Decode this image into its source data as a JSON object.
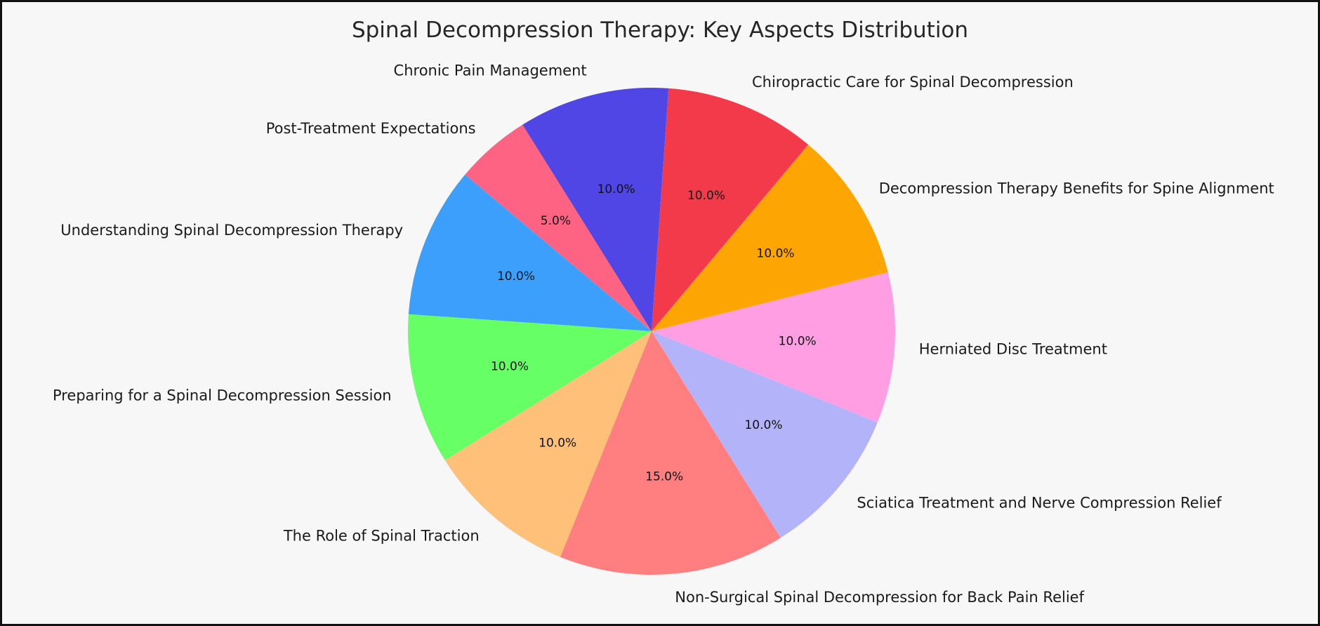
{
  "chart_data": {
    "type": "pie",
    "title": "Spinal Decompression Therapy: Key Aspects Distribution",
    "start_angle_deg": 86,
    "direction": "counterclockwise",
    "legend": "none",
    "slices": [
      {
        "label": "Chronic Pain Management",
        "value": 10.0,
        "pct_label": "10.0%",
        "color": "#4f46e5"
      },
      {
        "label": "Post-Treatment Expectations",
        "value": 5.0,
        "pct_label": "5.0%",
        "color": "#ff6384"
      },
      {
        "label": "Understanding Spinal Decompression Therapy",
        "value": 10.0,
        "pct_label": "10.0%",
        "color": "#3b9ffb"
      },
      {
        "label": "Preparing for a Spinal Decompression Session",
        "value": 10.0,
        "pct_label": "10.0%",
        "color": "#66ff66"
      },
      {
        "label": "The Role of Spinal Traction",
        "value": 10.0,
        "pct_label": "10.0%",
        "color": "#ffc07a"
      },
      {
        "label": "Non-Surgical Spinal Decompression for Back Pain Relief",
        "value": 15.0,
        "pct_label": "15.0%",
        "color": "#ff7f80"
      },
      {
        "label": "Sciatica Treatment and Nerve Compression Relief",
        "value": 10.0,
        "pct_label": "10.0%",
        "color": "#b3b3fa"
      },
      {
        "label": "Herniated Disc Treatment",
        "value": 10.0,
        "pct_label": "10.0%",
        "color": "#ff9ee2"
      },
      {
        "label": "Decompression Therapy Benefits for Spine Alignment",
        "value": 10.0,
        "pct_label": "10.0%",
        "color": "#fca503"
      },
      {
        "label": "Chiropractic Care for Spinal Decompression",
        "value": 10.0,
        "pct_label": "10.0%",
        "color": "#f23a4a"
      }
    ]
  }
}
